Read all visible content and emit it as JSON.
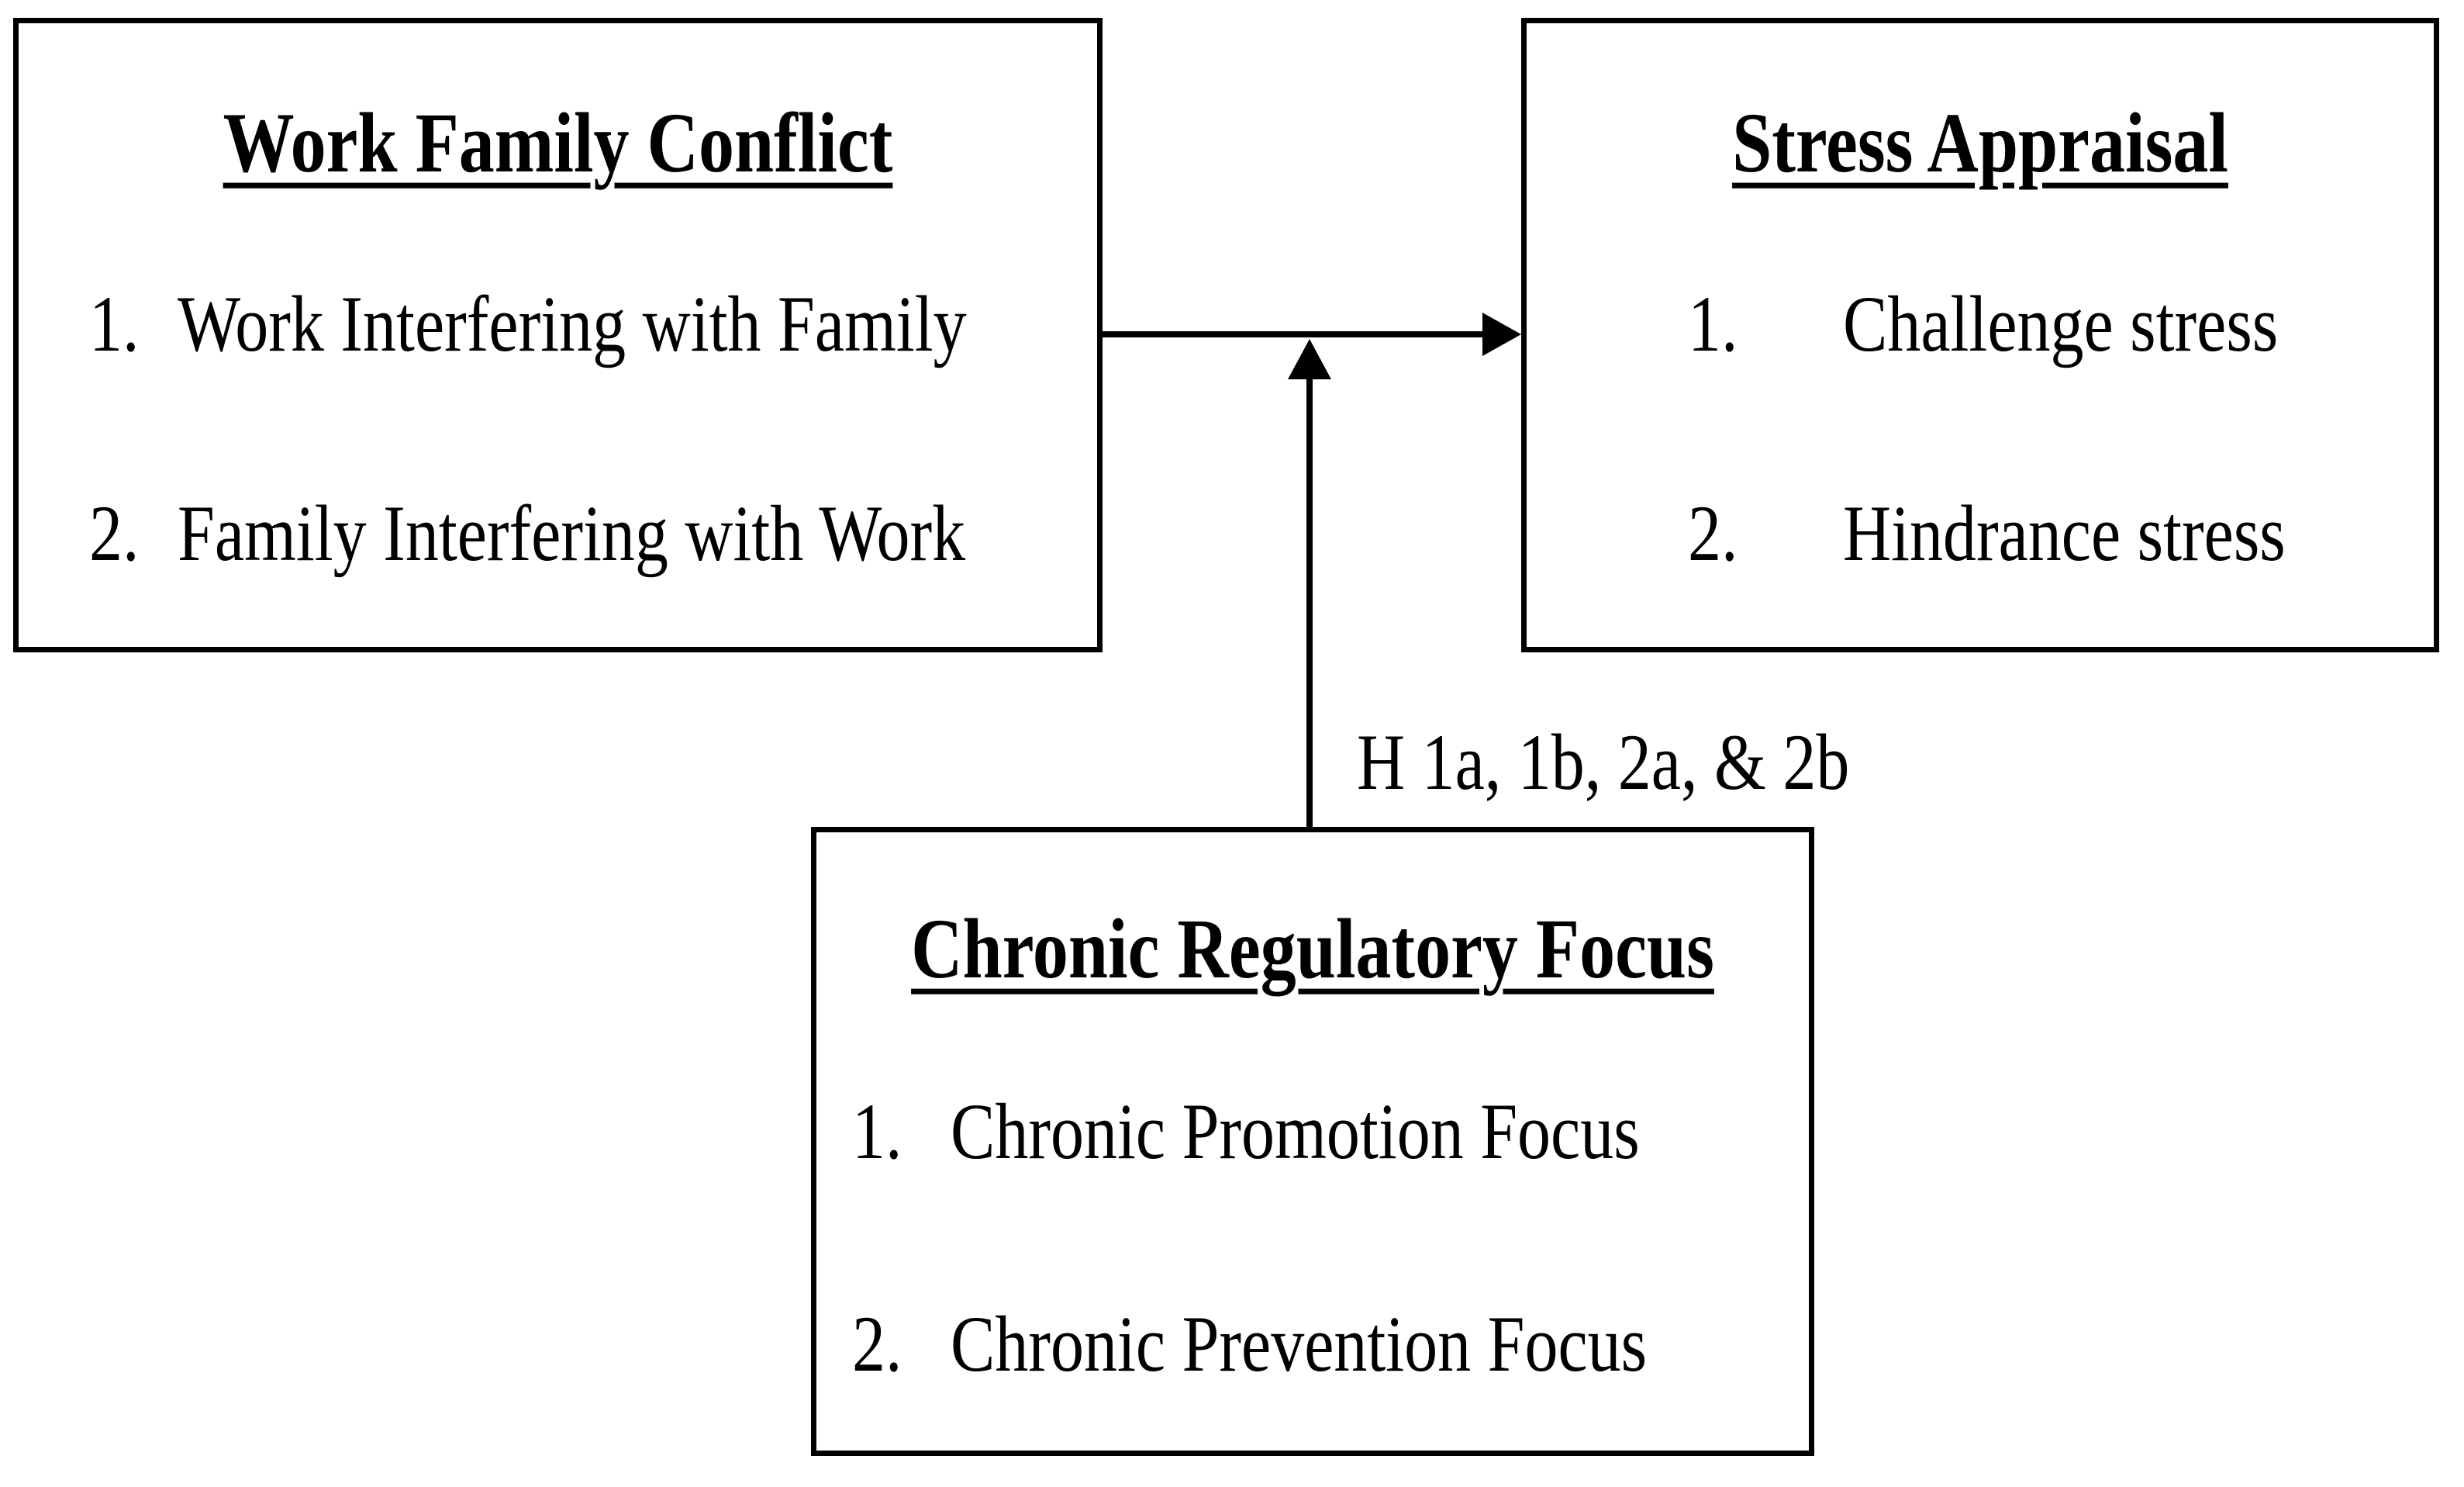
{
  "diagram": {
    "background_color": "#ffffff",
    "stroke_color": "#000000",
    "boxes": {
      "work_family_conflict": {
        "title": "Work Family Conflict",
        "items": [
          {
            "number": "1.",
            "label": "Work Interfering with Family"
          },
          {
            "number": "2.",
            "label": "Family Interfering with Work"
          }
        ]
      },
      "stress_appraisal": {
        "title": "Stress Appraisal",
        "items": [
          {
            "number": "1.",
            "label": "Challenge stress"
          },
          {
            "number": "2.",
            "label": "Hindrance stress"
          }
        ]
      },
      "chronic_regulatory_focus": {
        "title": "Chronic Regulatory Focus",
        "items": [
          {
            "number": "1.",
            "label": "Chronic Promotion Focus"
          },
          {
            "number": "2.",
            "label": "Chronic Prevention Focus"
          }
        ]
      }
    },
    "arrows": {
      "main_effect": {
        "from": "work_family_conflict",
        "to": "stress_appraisal",
        "direction": "right"
      },
      "moderation": {
        "from": "chronic_regulatory_focus",
        "to": "main_effect_arrow",
        "direction": "up",
        "label": "H 1a, 1b, 2a, & 2b"
      }
    }
  }
}
